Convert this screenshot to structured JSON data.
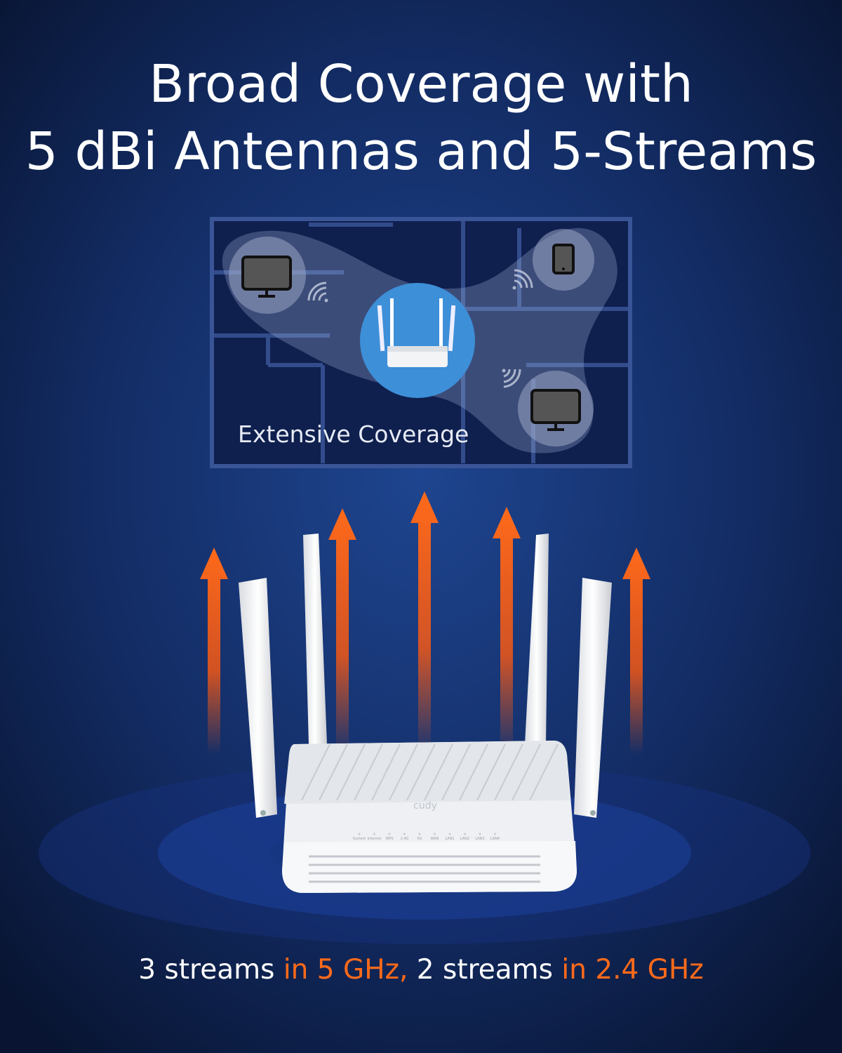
{
  "headline": {
    "line1": "Broad Coverage with",
    "line2": "5 dBi Antennas and 5-Streams"
  },
  "floor_plan": {
    "label": "Extensive Coverage",
    "devices": [
      "monitor-icon",
      "tablet-icon",
      "router-icon",
      "monitor-icon"
    ]
  },
  "router": {
    "brand": "cudy",
    "led_labels": [
      "System",
      "Internet",
      "WPS",
      "2.4G",
      "5G",
      "WAN",
      "LAN1",
      "LAN2",
      "LAN3",
      "LAN4"
    ]
  },
  "caption": {
    "part1": "3 streams ",
    "part2": "in 5 GHz,",
    "part3": " 2 streams ",
    "part4": "in 2.4 GHz"
  },
  "colors": {
    "background": "#0b1a3c",
    "accent_orange": "#ff6a1a",
    "router_circle": "#3d8fd8",
    "text": "#ffffff"
  }
}
